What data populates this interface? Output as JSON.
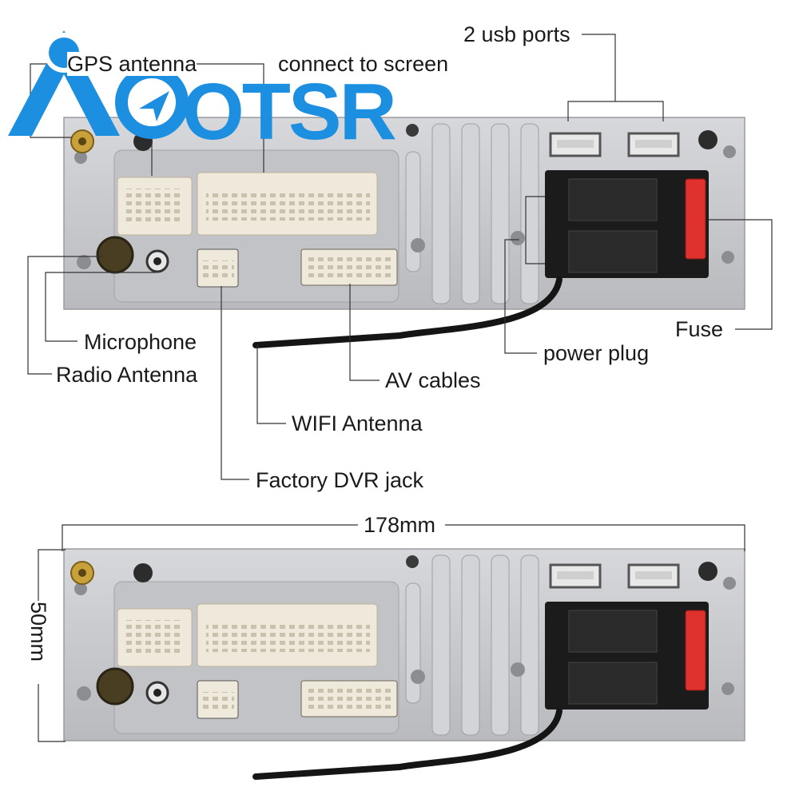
{
  "brand": {
    "logo_text": "OTSR",
    "logo_word": "Aotsr",
    "color": "#1d8fe0"
  },
  "labels": {
    "usb_ports": "2 usb ports",
    "gps_antenna": "GPS antenna",
    "connect_screen": "connect to screen",
    "microphone": "Microphone",
    "radio_antenna": "Radio Antenna",
    "fuse": "Fuse",
    "power_plug": "power plug",
    "av_cables": "AV cables",
    "wifi_antenna": "WIFI Antenna",
    "factory_dvr": "Factory DVR jack"
  },
  "dimensions": {
    "width": "178mm",
    "height": "50mm"
  },
  "colors": {
    "panel": "#c8c9cc",
    "connector": "#efe9dc",
    "fuse": "#e0322c",
    "plug": "#1b1b1b"
  }
}
